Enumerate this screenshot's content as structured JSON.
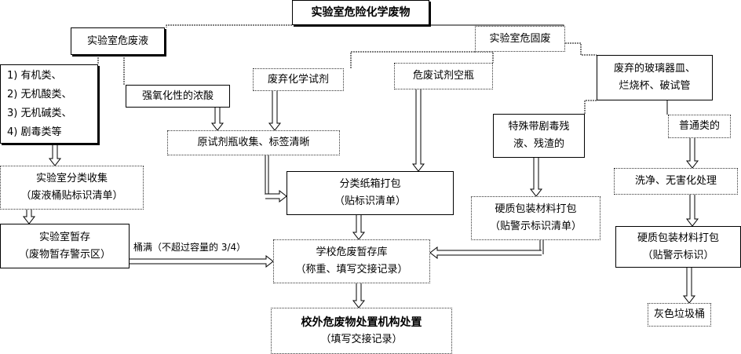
{
  "title": "实验室危险化学废物",
  "liquid": {
    "label": "实验室危废液"
  },
  "solid": {
    "label": "实验室危固废"
  },
  "liquid_types": [
    "1) 有机类、",
    "2) 无机酸类、",
    "3) 无机碱类、",
    "4) 剧毒类等"
  ],
  "strong_acid": "强氧化性的浓酸",
  "waste_reagent": "废弃化学试剂",
  "empty_bottle": "危废试剂空瓶",
  "glassware": {
    "line1": "废弃的玻璃器皿、",
    "line2": "烂烧杯、破试管"
  },
  "original_bottle": "原试剂瓶收集、标签清晰",
  "toxic_residue": {
    "line1": "特殊带剧毒残",
    "line2": "液、残渣的"
  },
  "ordinary": "普通类的",
  "lab_collect": {
    "line1": "实验室分类收集",
    "line2": "（废液桶贴标识清单）"
  },
  "carton_pack": {
    "line1": "分类纸箱打包",
    "line2": "（贴标识清单）"
  },
  "hard_pack_left": {
    "line1": "硬质包装材料打包",
    "line2": "（贴警示标识清单）"
  },
  "wash": "洗净、无害化处理",
  "lab_storage": {
    "line1": "实验室暂存",
    "line2": "（废物暂存警示区）"
  },
  "bucket_full": "桶满（不超过容量的 3/4）",
  "school_storage": {
    "line1": "学校危废暂存库",
    "line2": "（称重、填写交接记录）"
  },
  "hard_pack_right": {
    "line1": "硬质包装材料打包",
    "line2": "（贴警示标识）"
  },
  "external_disposal": {
    "line1": "校外危废物处置机构处置",
    "line2": "（填写交接记录）"
  },
  "grey_bin": "灰色垃圾桶"
}
